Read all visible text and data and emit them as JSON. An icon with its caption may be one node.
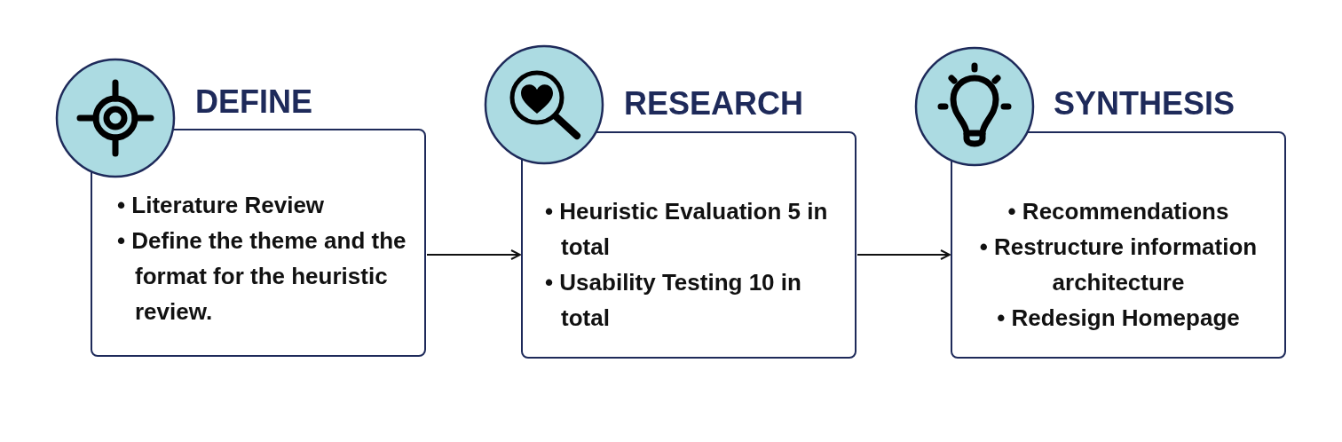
{
  "diagram": {
    "nodes": [
      {
        "text": [
          "DEFINE",
          "• Literature Review",
          "• Define the theme and the format for the heuristic review."
        ]
      },
      {
        "text": [
          "RESEARCH",
          "• Heuristic Evaluation 5 in total",
          "• Usability Testing 10 in total"
        ]
      },
      {
        "text": [
          "SYNTHESIS",
          "• Recommendations",
          "• Restructure information architecture",
          "• Redesign Homepage"
        ]
      }
    ],
    "edges": [
      {
        "from": 0,
        "to": 1,
        "arrow": "to"
      },
      {
        "from": 1,
        "to": 2,
        "arrow": "to"
      }
    ]
  }
}
